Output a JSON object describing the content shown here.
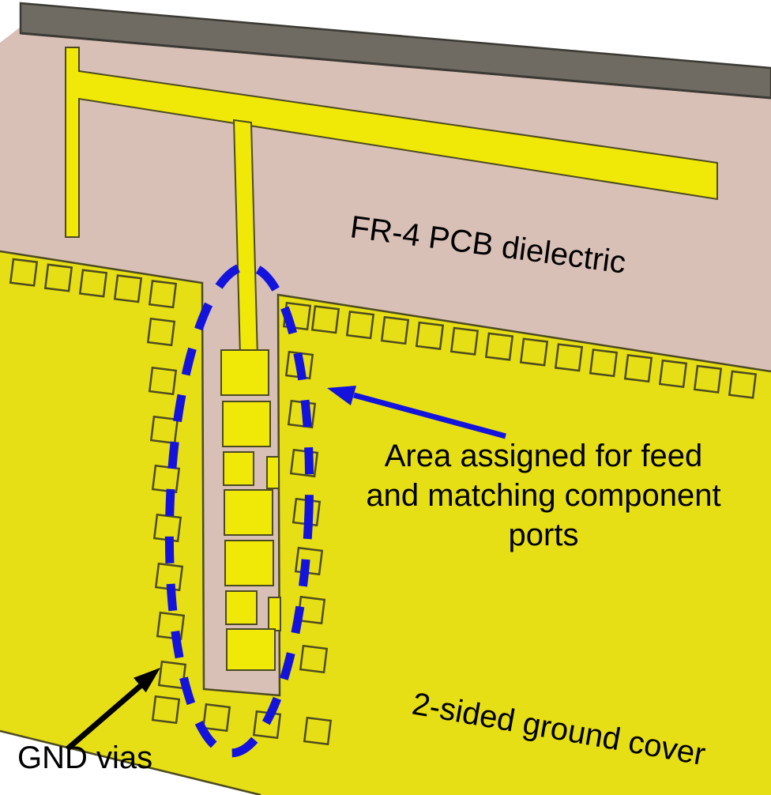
{
  "figure": {
    "labels": {
      "dielectric": "FR-4 PCB dielectric",
      "feed_area": {
        "line1": "Area assigned for feed",
        "line2": "and matching component",
        "line3": "ports"
      },
      "ground_cover": "2-sided ground cover",
      "gnd_vias": "GND vias"
    },
    "colors": {
      "background": "#ffffff",
      "dielectric_pink": "#d9c0b7",
      "ground_yellow": "#e6df15",
      "trace_yellow": "#f0e806",
      "outline_dark": "#4d4a20",
      "via_outline": "#4d4a20",
      "board_edge_gray": "#6f6b63",
      "board_edge_gray_dark": "#3b3933",
      "annotation_blue": "#1313dd",
      "annotation_black": "#000000",
      "text_black": "#000000"
    }
  }
}
